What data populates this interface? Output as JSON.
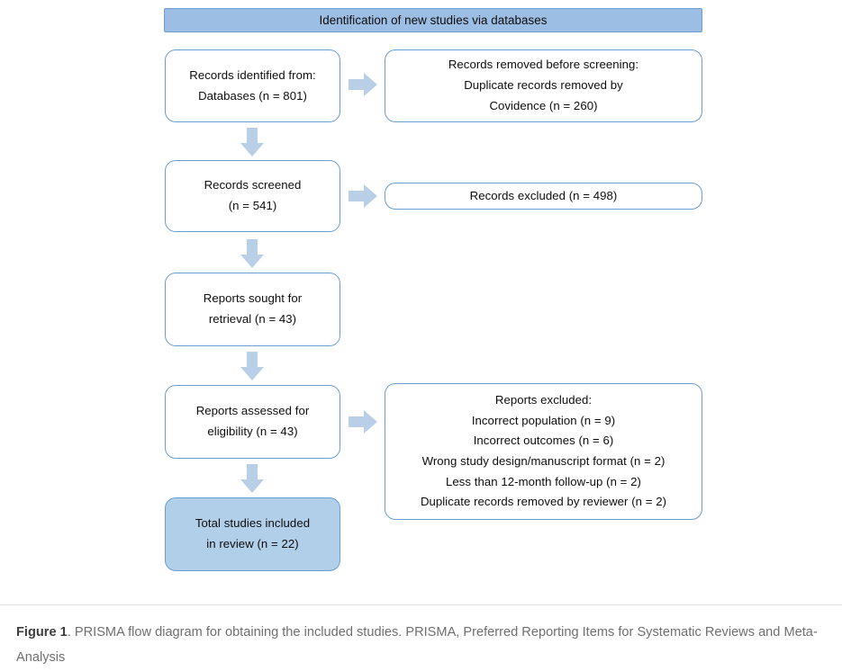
{
  "diagram": {
    "type": "prisma-flow-diagram",
    "banner": {
      "label": "Identification of new studies via databases"
    },
    "colors": {
      "banner_fill": "#9cbde4",
      "box_border": "#6b9dd0",
      "box_fill": "#ffffff",
      "highlight_fill": "#b2cfea",
      "arrow_fill": "#b9cfe8",
      "caption_text": "#6f6f6f"
    },
    "nodes": {
      "records_identified": {
        "name": "records-identified",
        "lines": [
          "Records identified from:",
          "Databases (n = 801)"
        ],
        "count": 801
      },
      "records_removed": {
        "name": "records-removed-before-screening",
        "lines": [
          "Records removed before screening:",
          "Duplicate records removed by",
          "Covidence (n = 260)"
        ],
        "count": 260
      },
      "records_screened": {
        "name": "records-screened",
        "lines": [
          "Records screened",
          "(n = 541)"
        ],
        "count": 541
      },
      "records_excluded": {
        "name": "records-excluded",
        "lines": [
          "Records excluded (n = 498)"
        ],
        "count": 498
      },
      "reports_sought": {
        "name": "reports-sought-for-retrieval",
        "lines": [
          "Reports sought for",
          "retrieval (n = 43)"
        ],
        "count": 43
      },
      "reports_assessed": {
        "name": "reports-assessed-for-eligibility",
        "lines": [
          "Reports assessed for",
          "eligibility (n = 43)"
        ],
        "count": 43
      },
      "reports_excluded": {
        "name": "reports-excluded",
        "lines": [
          "Reports excluded:",
          "Incorrect population (n = 9)",
          "Incorrect outcomes (n = 6)",
          "Wrong study design/manuscript format (n = 2)",
          "Less than 12-month follow-up (n = 2)",
          "Duplicate records removed by reviewer (n = 2)"
        ],
        "reasons": [
          {
            "reason": "Incorrect population",
            "n": 9
          },
          {
            "reason": "Incorrect outcomes",
            "n": 6
          },
          {
            "reason": "Wrong study design/manuscript format",
            "n": 2
          },
          {
            "reason": "Less than 12-month follow-up",
            "n": 2
          },
          {
            "reason": "Duplicate records removed by reviewer",
            "n": 2
          }
        ]
      },
      "total_included": {
        "name": "total-studies-included",
        "lines": [
          "Total studies included",
          "in review (n = 22)"
        ],
        "count": 22
      }
    },
    "node_text": {
      "records_identified_l1": "Records identified from:",
      "records_identified_l2": "Databases (n = 801)",
      "records_removed_l1": "Records removed before screening:",
      "records_removed_l2": "Duplicate records removed by",
      "records_removed_l3": "Covidence (n = 260)",
      "records_screened_l1": "Records screened",
      "records_screened_l2": "(n = 541)",
      "records_excluded_l1": "Records excluded (n = 498)",
      "reports_sought_l1": "Reports sought for",
      "reports_sought_l2": "retrieval (n = 43)",
      "reports_assessed_l1": "Reports assessed for",
      "reports_assessed_l2": "eligibility (n = 43)",
      "reports_excluded_l1": "Reports excluded:",
      "reports_excluded_l2": "Incorrect population (n = 9)",
      "reports_excluded_l3": "Incorrect outcomes (n = 6)",
      "reports_excluded_l4": "Wrong study design/manuscript format (n = 2)",
      "reports_excluded_l5": "Less than 12-month follow-up (n = 2)",
      "reports_excluded_l6": "Duplicate records removed by reviewer (n = 2)",
      "total_included_l1": "Total studies included",
      "total_included_l2": "in review (n = 22)"
    },
    "arrows": [
      {
        "name": "arrow-identified-to-removed",
        "direction": "right"
      },
      {
        "name": "arrow-identified-to-screened",
        "direction": "down"
      },
      {
        "name": "arrow-screened-to-excluded",
        "direction": "right"
      },
      {
        "name": "arrow-screened-to-sought",
        "direction": "down"
      },
      {
        "name": "arrow-sought-to-assessed",
        "direction": "down"
      },
      {
        "name": "arrow-assessed-to-excluded",
        "direction": "right"
      },
      {
        "name": "arrow-assessed-to-included",
        "direction": "down"
      }
    ]
  },
  "caption": {
    "label": "Figure 1",
    "text": ". PRISMA flow diagram for obtaining the included studies. PRISMA, Preferred Reporting Items for Systematic Reviews and Meta-Analysis"
  }
}
